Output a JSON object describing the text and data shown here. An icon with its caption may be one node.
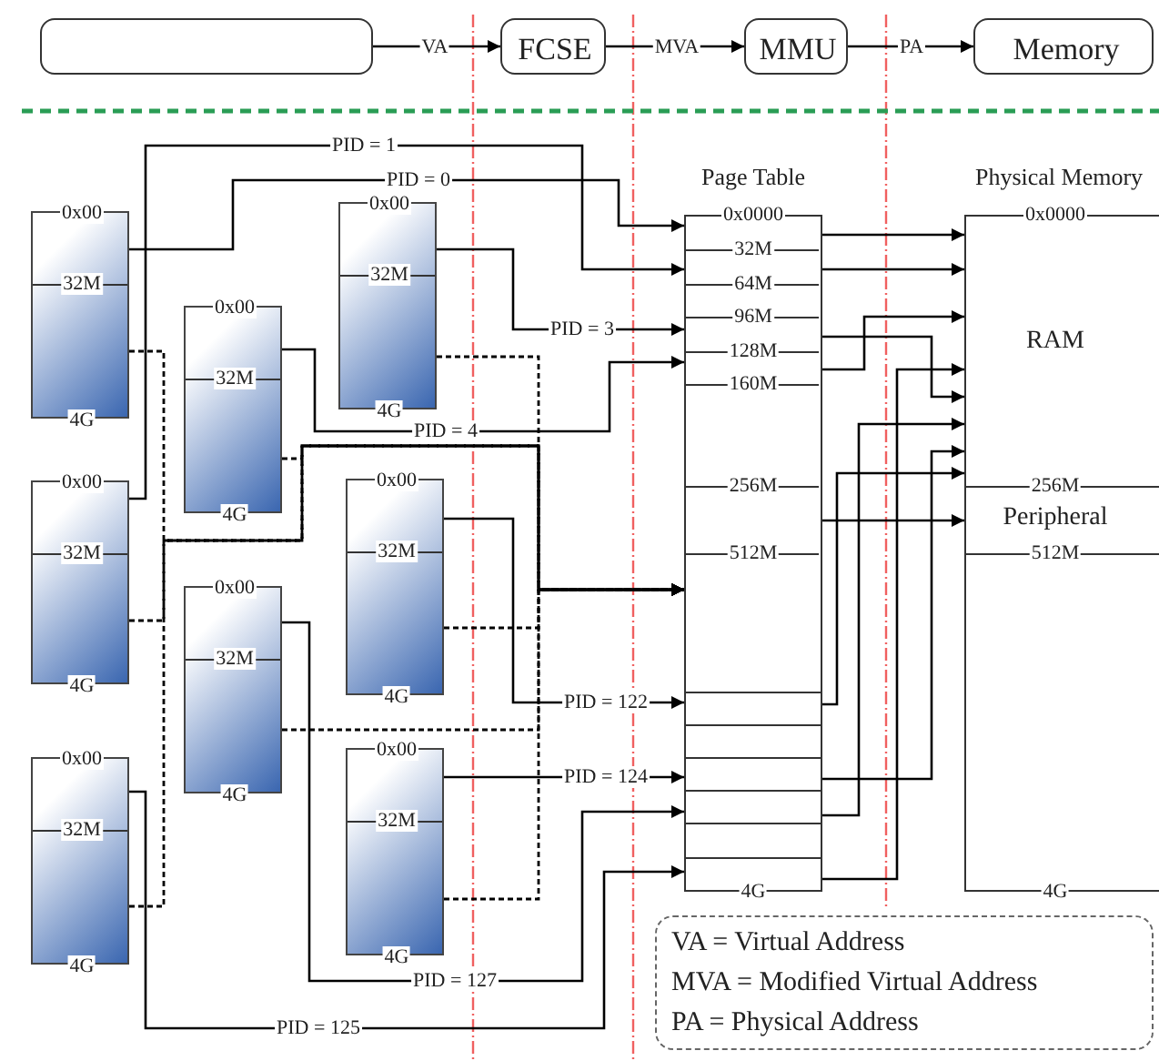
{
  "diagram": {
    "nodes": [
      {
        "text": [],
        "shape": "box"
      },
      {
        "text": [
          "FCSE"
        ]
      },
      {
        "text": [
          "MMU"
        ]
      },
      {
        "text": [
          "Memory"
        ]
      },
      {
        "text": [
          "0x00",
          "32M",
          "4G"
        ]
      },
      {
        "text": [
          "0x00",
          "32M",
          "4G"
        ]
      },
      {
        "text": [
          "0x00",
          "32M",
          "4G"
        ]
      },
      {
        "text": [
          "0x00",
          "32M",
          "4G"
        ]
      },
      {
        "text": [
          "0x00",
          "32M",
          "4G"
        ]
      },
      {
        "text": [
          "0x00",
          "32M",
          "4G"
        ]
      },
      {
        "text": [
          "0x00",
          "32M",
          "4G"
        ]
      },
      {
        "text": [
          "0x00",
          "32M",
          "4G"
        ]
      },
      {
        "text": [
          "Page Table",
          "0x0000",
          "32M",
          "64M",
          "96M",
          "128M",
          "160M",
          "256M",
          "512M",
          "4G"
        ]
      },
      {
        "text": [
          "Physical Memory",
          "0x0000",
          "RAM",
          "256M",
          "Peripheral",
          "512M",
          "4G"
        ]
      }
    ],
    "edges": [
      {
        "from": 0,
        "to": 1,
        "arrow": "to",
        "label": "VA"
      },
      {
        "from": 1,
        "to": 2,
        "arrow": "to",
        "label": "MVA"
      },
      {
        "from": 2,
        "to": 3,
        "arrow": "to",
        "label": "PA"
      },
      {
        "from": 4,
        "to": 12,
        "arrow": "to",
        "label": "PID = 0"
      },
      {
        "from": 5,
        "to": 12,
        "arrow": "to",
        "label": "PID = 1"
      },
      {
        "from": 9,
        "to": 12,
        "arrow": "to",
        "label": "PID = 3"
      },
      {
        "from": 7,
        "to": 12,
        "arrow": "to",
        "label": "PID = 4"
      },
      {
        "from": 10,
        "to": 12,
        "arrow": "to",
        "label": "PID = 122"
      },
      {
        "from": 11,
        "to": 12,
        "arrow": "to",
        "label": "PID = 124"
      },
      {
        "from": 8,
        "to": 12,
        "arrow": "to",
        "label": "PID = 127"
      },
      {
        "from": 6,
        "to": 12,
        "arrow": "to",
        "label": "PID = 125"
      },
      {
        "from": 4,
        "to": 12,
        "arrow": "to",
        "style": "dashed"
      },
      {
        "from": 5,
        "to": 12,
        "arrow": "to",
        "style": "dashed"
      },
      {
        "from": 6,
        "to": 12,
        "arrow": "to",
        "style": "dashed"
      },
      {
        "from": 7,
        "to": 12,
        "arrow": "to",
        "style": "dashed"
      },
      {
        "from": 8,
        "to": 12,
        "arrow": "to",
        "style": "dashed"
      },
      {
        "from": 9,
        "to": 12,
        "arrow": "to",
        "style": "dashed"
      },
      {
        "from": 10,
        "to": 12,
        "arrow": "to",
        "style": "dashed"
      },
      {
        "from": 11,
        "to": 12,
        "arrow": "to",
        "style": "dashed"
      },
      {
        "from": 12,
        "to": 13,
        "arrow": "to"
      },
      {
        "from": 12,
        "to": 13,
        "arrow": "to"
      },
      {
        "from": 12,
        "to": 13,
        "arrow": "to"
      },
      {
        "from": 12,
        "to": 13,
        "arrow": "to"
      },
      {
        "from": 12,
        "to": 13,
        "arrow": "to"
      },
      {
        "from": 12,
        "to": 13,
        "arrow": "to"
      },
      {
        "from": 12,
        "to": 13,
        "arrow": "to"
      },
      {
        "from": 12,
        "to": 13,
        "arrow": "to"
      },
      {
        "from": 12,
        "to": 13,
        "arrow": "to"
      }
    ],
    "labels": [
      "VA = Virtual Address",
      "MVA = Modified Virtual Address",
      "PA = Physical Address"
    ]
  }
}
